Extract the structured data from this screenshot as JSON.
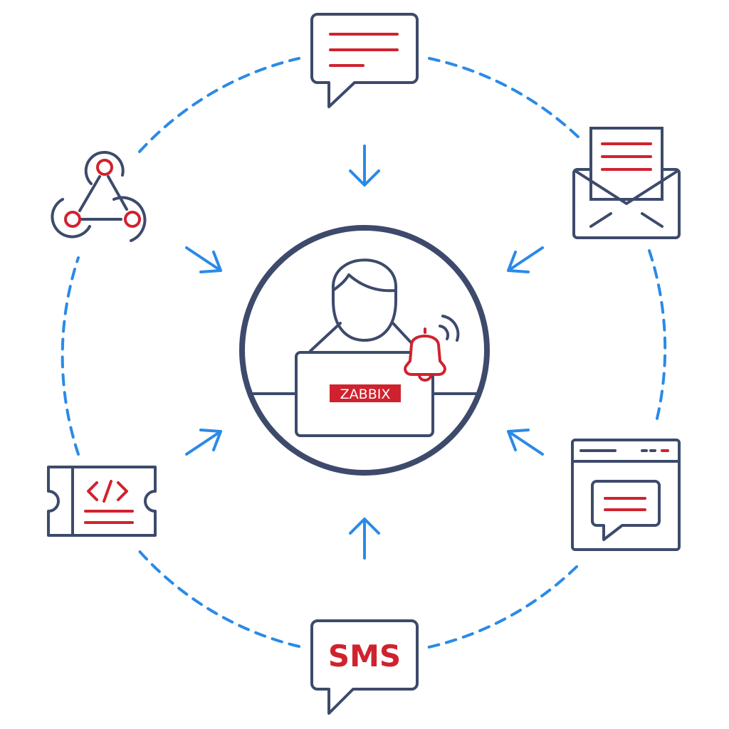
{
  "colors": {
    "outline": "#3d4a6b",
    "accent": "#d0222e",
    "arrow": "#2a8ae8",
    "background": "#ffffff"
  },
  "center": {
    "icon": "user-at-laptop-with-bell-icon",
    "laptop_brand": "ZABBIX"
  },
  "channels": [
    {
      "id": "chat-message",
      "icon": "chat-message-icon"
    },
    {
      "id": "email",
      "icon": "envelope-icon"
    },
    {
      "id": "web-notification",
      "icon": "browser-chat-icon"
    },
    {
      "id": "sms",
      "icon": "sms-bubble-icon",
      "label": "SMS"
    },
    {
      "id": "script-ticket",
      "icon": "code-ticket-icon"
    },
    {
      "id": "webhook",
      "icon": "webhook-icon"
    }
  ]
}
